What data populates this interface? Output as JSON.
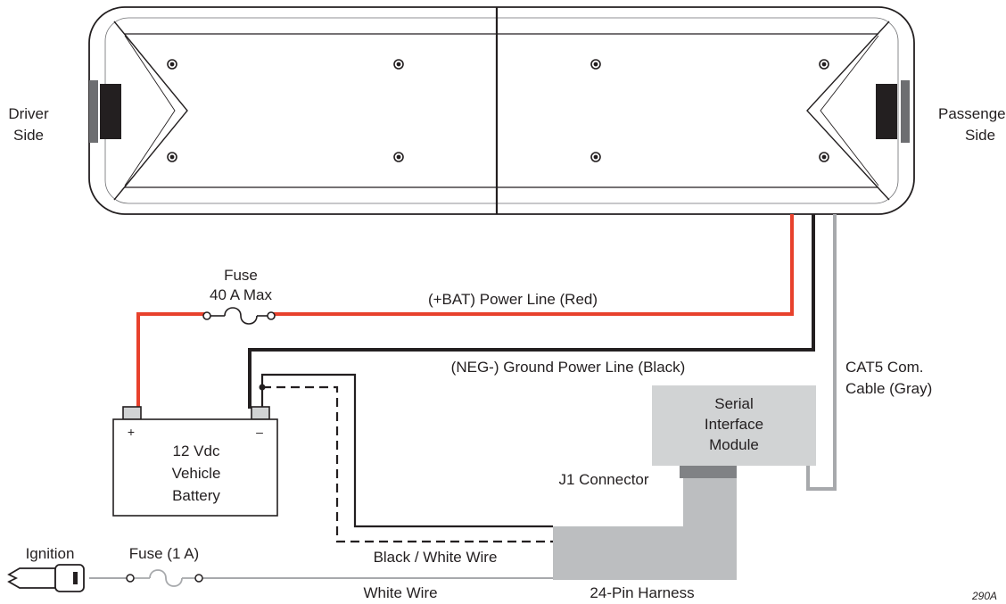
{
  "sides": {
    "driver_line1": "Driver",
    "driver_line2": "Side",
    "passenger_line1": "Passenger",
    "passenger_line2": "Side"
  },
  "fuse_main": {
    "line1": "Fuse",
    "line2": "40 A Max"
  },
  "power_line": "(+BAT) Power Line (Red)",
  "ground_line": "(NEG-) Ground Power Line (Black)",
  "cat5": {
    "line1": "CAT5 Com.",
    "line2": "Cable (Gray)"
  },
  "module": {
    "line1": "Serial",
    "line2": "Interface",
    "line3": "Module"
  },
  "j1": "J1 Connector",
  "battery": {
    "plus": "+",
    "minus": "–",
    "line1": "12 Vdc",
    "line2": "Vehicle",
    "line3": "Battery"
  },
  "ignition": "Ignition",
  "fuse_small": "Fuse (1 A)",
  "black_white_wire": "Black / White Wire",
  "white_wire": "White Wire",
  "harness": "24-Pin Harness",
  "figure_ref": "290A",
  "colors": {
    "red_wire": "#e8412c",
    "black_wire": "#231f20",
    "gray_wire": "#a7a9ac",
    "module_fill": "#d1d3d4",
    "harness_fill": "#bcbec0"
  }
}
